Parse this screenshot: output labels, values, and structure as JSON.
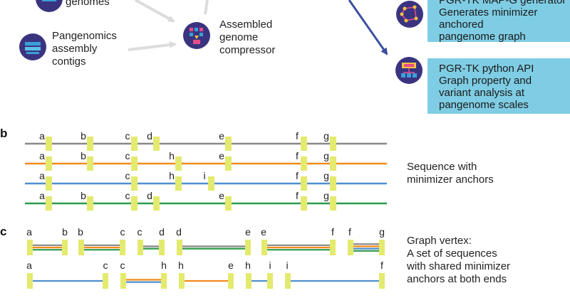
{
  "colors": {
    "anchor": "#e3ea6e",
    "gray": "#888888",
    "orange": "#f28a1c",
    "blue": "#4f8fcf",
    "green": "#2e9a4a",
    "arrow_blue": "#3b4fa0",
    "arrow_gray": "#dcdcdc",
    "box": "#7fcde4",
    "icon_bg": "#3a3480"
  },
  "panel_a": {
    "genomes_label": "genomes",
    "contigs_label": [
      "Pangenomics",
      "assembly",
      "contigs"
    ],
    "compressor_label": [
      "Assembled",
      "genome",
      "compressor"
    ],
    "box1_lines": [
      "PGR-TK MAP-G generator",
      "Generates minimizer",
      "anchored",
      "pangenome graph"
    ],
    "box2_lines": [
      "PGR-TK python API",
      "Graph property and",
      "variant analysis at",
      "pangenome scales"
    ]
  },
  "panel_b": {
    "label": "b",
    "side_text": [
      "Sequence with",
      "minimizer anchors"
    ],
    "tracks": [
      {
        "color": "gray",
        "letters": [
          "a",
          "b",
          "c",
          "d",
          "e",
          "f",
          "g"
        ]
      },
      {
        "color": "orange",
        "letters": [
          "a",
          "b",
          "c",
          "h",
          "e",
          "f",
          "g"
        ]
      },
      {
        "color": "blue",
        "letters": [
          "a",
          "c",
          "h",
          "i",
          "f",
          "g"
        ]
      },
      {
        "color": "green",
        "letters": [
          "a",
          "b",
          "c",
          "d",
          "e",
          "f",
          "g"
        ]
      }
    ]
  },
  "panel_c": {
    "label": "c",
    "side_text": [
      "Graph vertex:",
      "A set of sequences",
      "with shared minimizer",
      "anchors at both ends"
    ],
    "row1": [
      {
        "from": "a",
        "to": "b",
        "lines": [
          "gray",
          "orange",
          "green"
        ]
      },
      {
        "from": "b",
        "to": "c",
        "lines": [
          "gray",
          "orange",
          "green"
        ]
      },
      {
        "from": "c",
        "to": "d",
        "lines": [
          "gray",
          "green"
        ]
      },
      {
        "from": "d",
        "to": "e",
        "lines": [
          "gray",
          "green"
        ]
      },
      {
        "from": "e",
        "to": "f",
        "lines": [
          "gray",
          "orange",
          "green"
        ]
      },
      {
        "from": "f",
        "to": "g",
        "lines": [
          "gray",
          "orange",
          "blue",
          "green"
        ]
      }
    ],
    "row2": [
      {
        "from": "a",
        "to": "c",
        "lines": [
          "blue"
        ]
      },
      {
        "from": "c",
        "to": "h",
        "lines": [
          "orange",
          "blue"
        ]
      },
      {
        "from": "h",
        "to": "e",
        "lines": [
          "orange"
        ]
      },
      {
        "from": "h",
        "to": "i",
        "lines": [
          "blue"
        ]
      },
      {
        "from": "i",
        "to": "f",
        "lines": [
          "blue"
        ]
      }
    ]
  }
}
